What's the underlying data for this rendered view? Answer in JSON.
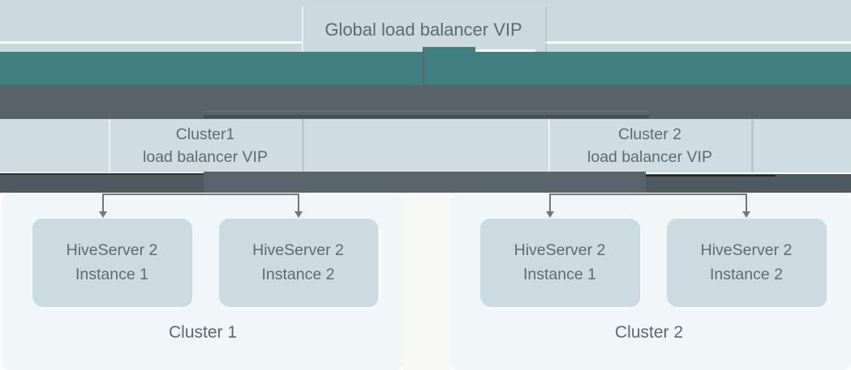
{
  "global_load_balancer": {
    "label": "Global load balancer VIP"
  },
  "cluster_vips": [
    {
      "line1": "Cluster1",
      "line2": "load balancer VIP"
    },
    {
      "line1": "Cluster 2",
      "line2": "load balancer VIP"
    }
  ],
  "clusters": [
    {
      "label": "Cluster 1",
      "instances": [
        {
          "line1": "HiveServer 2",
          "line2": "Instance 1"
        },
        {
          "line1": "HiveServer 2",
          "line2": "Instance 2"
        }
      ]
    },
    {
      "label": "Cluster 2",
      "instances": [
        {
          "line1": "HiveServer 2",
          "line2": "Instance 1"
        },
        {
          "line1": "HiveServer 2",
          "line2": "Instance 2"
        }
      ]
    }
  ],
  "colors": {
    "teal_bar": "#417f80",
    "dark_bar": "#57626a",
    "top_band": "#cbd8de",
    "vip_band": "#cfdce2",
    "instance_box": "#ccdbe1",
    "cluster_panel": "#f1f6f8",
    "text": "#5d6a73",
    "connector": "#70787d"
  }
}
